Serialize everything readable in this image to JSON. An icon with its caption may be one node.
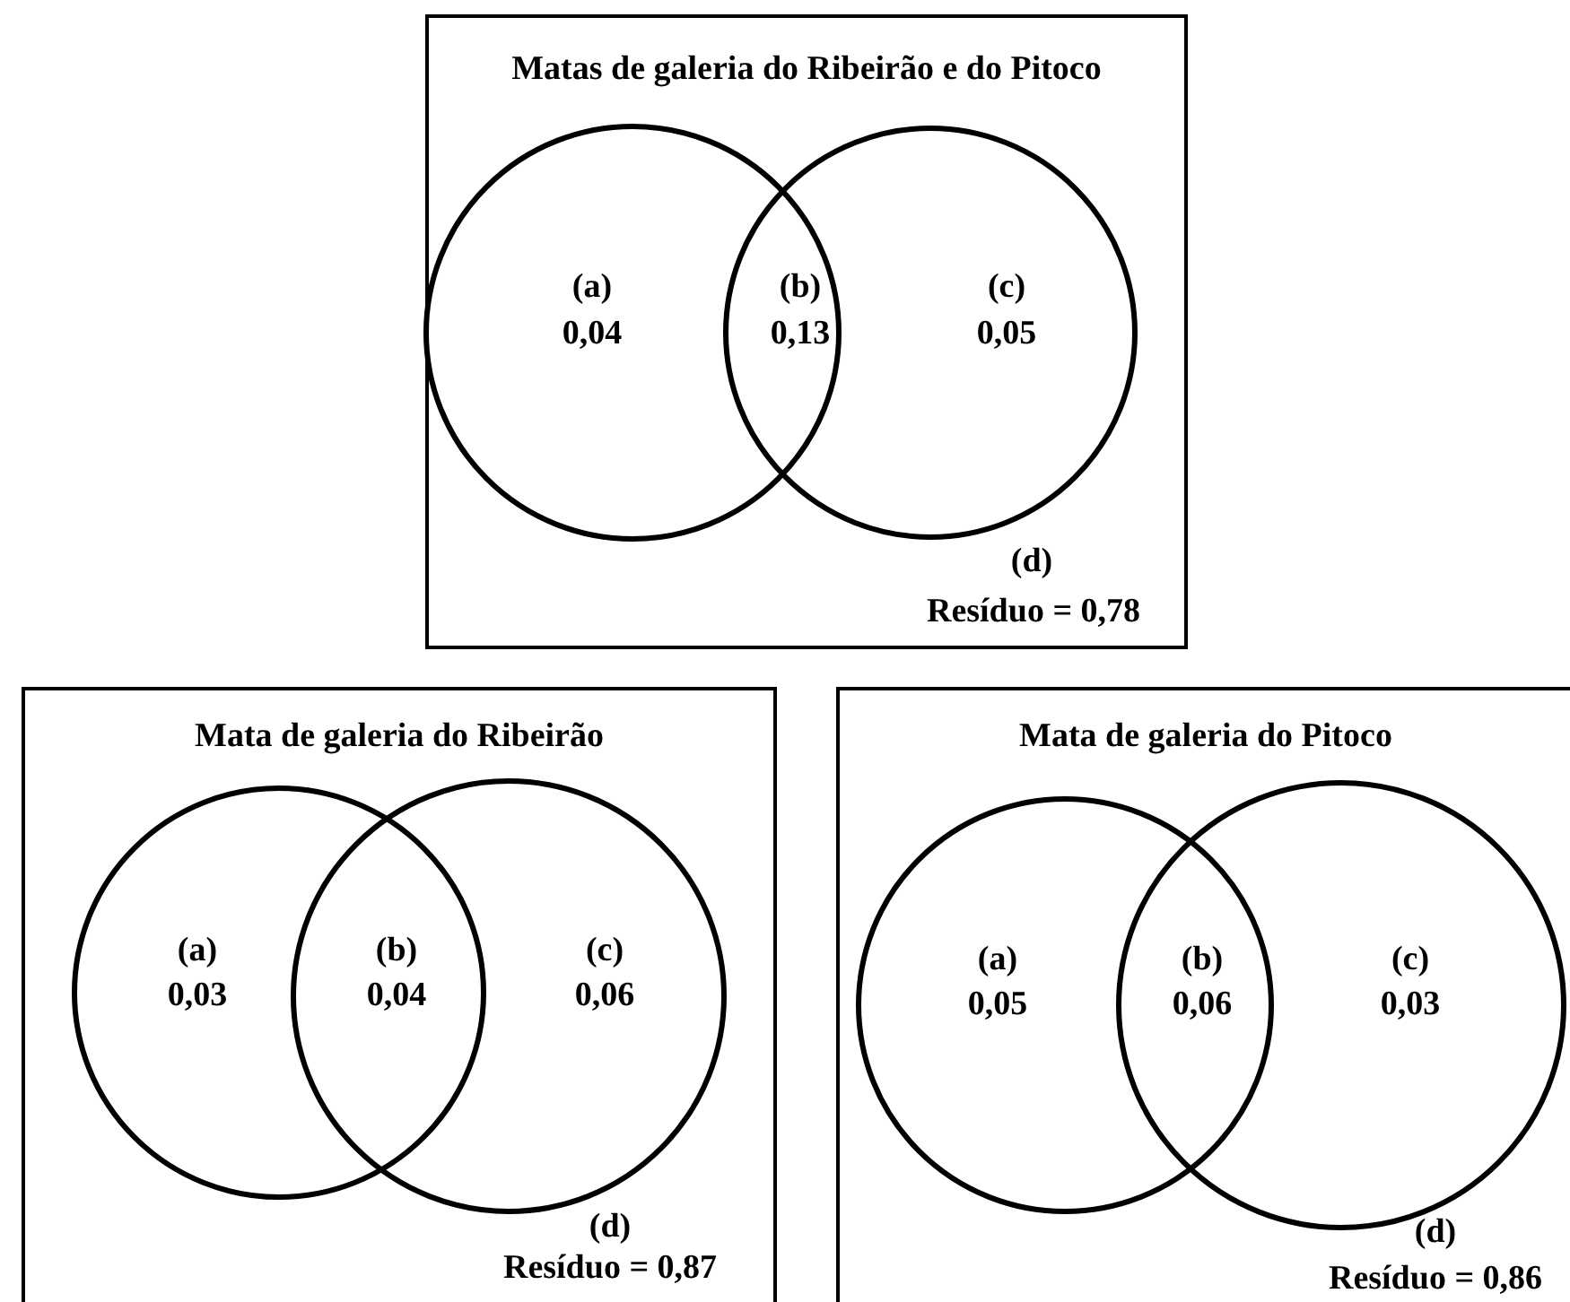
{
  "diagram": {
    "nodes": [
      {
        "text": [
          "Matas de galeria do Ribeirão e do Pitoco"
        ]
      },
      {
        "text": [],
        "shape": "circle",
        "in": 0
      },
      {
        "text": [],
        "shape": "circle",
        "in": 0
      },
      {
        "text": [
          "Mata de galeria do Ribeirão"
        ]
      },
      {
        "text": [],
        "shape": "circle",
        "in": 3
      },
      {
        "text": [],
        "shape": "circle",
        "in": 3
      },
      {
        "text": [
          "Mata de galeria do Pitoco"
        ]
      },
      {
        "text": [],
        "shape": "circle",
        "in": 6
      },
      {
        "text": [],
        "shape": "circle",
        "in": 6
      }
    ],
    "labels": [
      "(a)",
      "0,04",
      "(b)",
      "0,13",
      "(c)",
      "0,05",
      "(d)",
      "Resíduo = 0,78",
      "(a)",
      "0,03",
      "(b)",
      "0,04",
      "(c)",
      "0,06",
      "(d)",
      "Resíduo = 0,87",
      "(a)",
      "0,05",
      "(b)",
      "0,06",
      "(c)",
      "0,03",
      "(d)",
      "Resíduo = 0,86"
    ]
  }
}
